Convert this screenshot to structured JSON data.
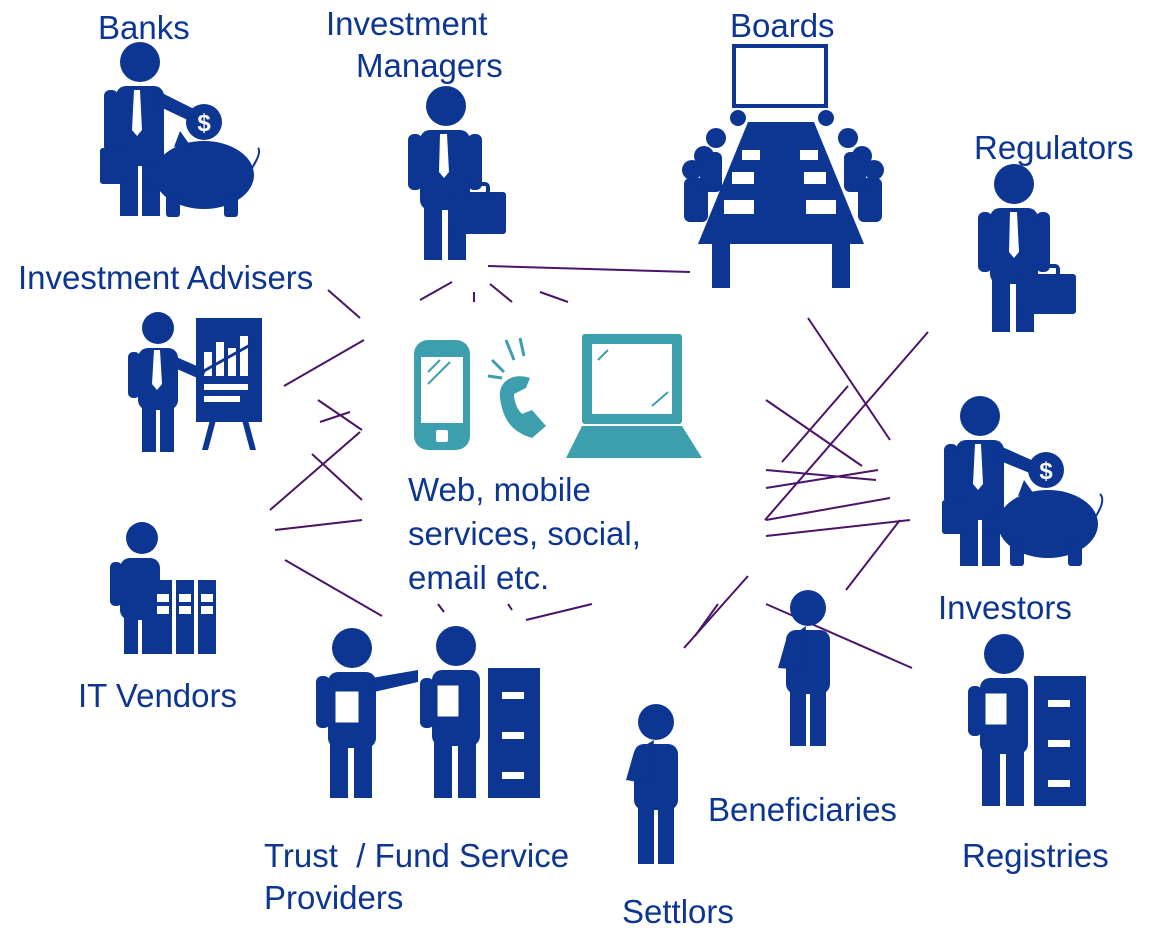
{
  "colors": {
    "figure": "#0d3592",
    "device": "#3d9fae",
    "connector": "#4b1466",
    "background": "#ffffff"
  },
  "labels": {
    "banks": "Banks",
    "investment_managers_1": "Investment",
    "investment_managers_2": "Managers",
    "boards": "Boards",
    "regulators": "Regulators",
    "investment_advisers": "Investment Advisers",
    "it_vendors": "IT Vendors",
    "trust_1": "Trust  / Fund Service",
    "trust_2": "Providers",
    "settlors": "Settlors",
    "beneficiaries": "Beneficiaries",
    "investors": "Investors",
    "registries": "Registries",
    "center_1": "Web, mobile",
    "center_2": "services, social,",
    "center_3": "email etc."
  },
  "icons": {
    "center_devices": [
      "mobile-phone-icon",
      "ringing-phone-handset-icon",
      "laptop-icon"
    ],
    "actors": [
      "banker-with-piggy-bank-icon",
      "manager-with-briefcase-icon",
      "boardroom-meeting-icon",
      "regulator-with-briefcase-icon",
      "presenter-with-chart-icon",
      "it-vendor-with-binders-icon",
      "service-provider-pointing-icon",
      "clerk-with-filing-cabinet-icon",
      "settlor-thinking-icon",
      "beneficiary-thinking-icon",
      "investor-with-piggy-bank-icon",
      "registry-clerk-with-filing-cabinet-icon"
    ]
  }
}
